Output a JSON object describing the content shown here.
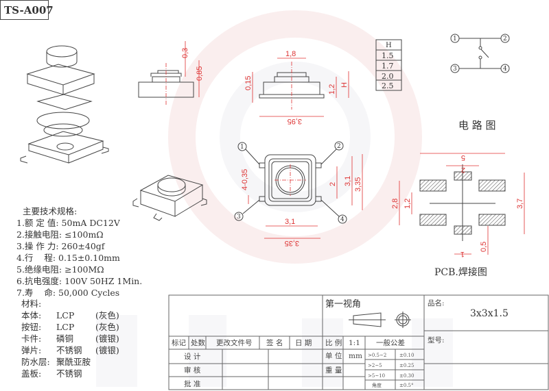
{
  "title": "TS-A007",
  "colors": {
    "dimension": "#e03030",
    "outline": "#444444",
    "watermark": "#f3d6d6"
  },
  "watermark_logo": "DBLZV",
  "side_view": {
    "dim_top": "0,3",
    "dim_height": "0,85"
  },
  "front_view": {
    "dim_button": "1,8",
    "dim_base": "0,15",
    "dim_body": "1,2",
    "dim_h": "H",
    "dim_width": "3,95"
  },
  "height_table": {
    "header": "H",
    "rows": [
      "1.5",
      "1.7",
      "2.0",
      "2.5"
    ]
  },
  "circuit": {
    "pins": [
      "1",
      "2",
      "3",
      "4"
    ],
    "label": "电 路 图"
  },
  "top_view": {
    "callouts": [
      "1",
      "2",
      "3",
      "4"
    ],
    "dim_terminal": "4-0,35",
    "dim_pitch": "2",
    "dim_body_h": "3,1",
    "dim_outer_h": "3,35",
    "dim_body_w": "3,1",
    "dim_outer_w": "3,35"
  },
  "pcb": {
    "dim_total_w": "5",
    "dim_inner_w": "2",
    "dim_outer_h": "2,8",
    "dim_inner_h": "1,2",
    "dim_total_h": "3,7",
    "dim_gap": "0,5",
    "dim_pad_w": "1",
    "label": "PCB.焊接图"
  },
  "specs": {
    "heading": "主要技术规格:",
    "items": [
      "1.额 定 值: 50mA DC12V",
      "2.接触电阻: ≤100mΩ",
      "3.操 作 力: 260±40gf",
      "4.行    程: 0.15±0.10mm",
      "5.绝缘电阻: ≥100MΩ",
      "6.抗电强度: 100V 50HZ 1Min.",
      "7.寿    命: 50,000 Cycles"
    ],
    "materials_heading": "材料:",
    "materials": [
      {
        "part": "本体:",
        "material": "LCP",
        "finish": "(灰色)"
      },
      {
        "part": "按钮:",
        "material": "LCP",
        "finish": "(灰色)"
      },
      {
        "part": "卡件:",
        "material": "磷铜",
        "finish": "(镀银)"
      },
      {
        "part": "弹片:",
        "material": "不锈钢",
        "finish": "(镀银)"
      },
      {
        "part": "防水层:",
        "material": "聚酰亚胺",
        "finish": ""
      },
      {
        "part": "盖板:",
        "material": "不锈钢",
        "finish": ""
      }
    ]
  },
  "title_block": {
    "projection": "第一视角",
    "product_name_label": "品名:",
    "product_name": "3x3x1.5",
    "model_label": "型号:",
    "revision_headers": [
      "标记",
      "处数",
      "更改文件号",
      "签 名",
      "日 期"
    ],
    "roles": [
      "设 计",
      "审 核",
      "批 准"
    ],
    "scale_label": "比 例",
    "scale": "1:1",
    "unit_label": "单 位",
    "unit": "mm",
    "weight_label": "重 量",
    "tolerance_heading": "一般公差",
    "tolerances": [
      {
        "range": ">0.5~2",
        "value": "±0.10"
      },
      {
        "range": ">2~5",
        "value": "±0.25"
      },
      {
        "range": ">5~10",
        "value": "±0.30"
      },
      {
        "range": "角度",
        "value": "±0.5°"
      }
    ]
  }
}
